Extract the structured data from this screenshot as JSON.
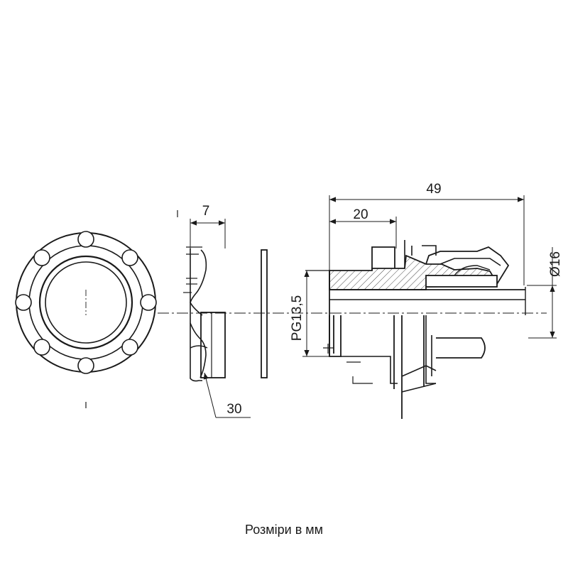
{
  "dimensions": {
    "width_top_label": "7",
    "rib_label": "30",
    "overall_length_label": "49",
    "thread_length_label": "20",
    "thread_label": "PG13,5",
    "cable_diameter_label": "Ø16"
  },
  "caption": "Розміри в мм"
}
